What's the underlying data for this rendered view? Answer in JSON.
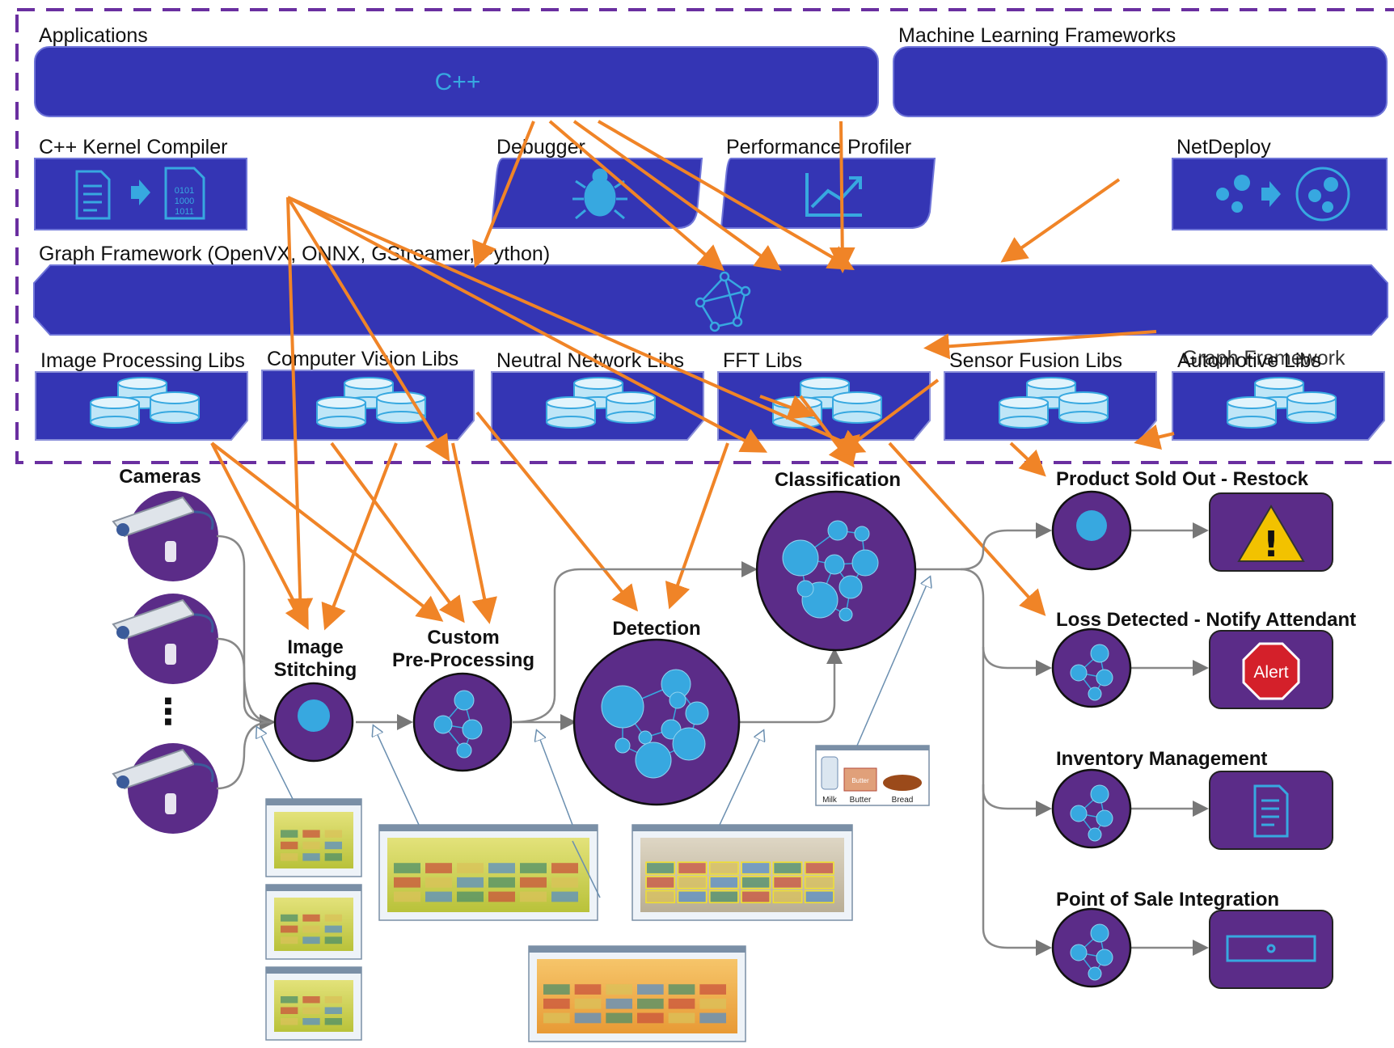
{
  "colors": {
    "bar_fill": "#3435b4",
    "node_fill": "#5b2c88",
    "accent_blue": "#37a8e0",
    "arrow_orange": "#f08427",
    "border_purple": "#6a2fa0",
    "flow_gray": "#888888"
  },
  "software_stack": {
    "applications_label": "Applications",
    "cpp_label": "C++",
    "ml_frameworks_label": "Machine Learning Frameworks",
    "kernel_compiler_label": "C++ Kernel Compiler",
    "kernel_compiler_bits": [
      "0101",
      "1000",
      "1011"
    ],
    "debugger_label": "Debugger",
    "profiler_label": "Performance Profiler",
    "netdeploy_label": "NetDeploy",
    "graph_framework_label": "Graph Framework (OpenVX, ONNX, GStreamer, Python)",
    "libs": [
      "Image Processing Libs",
      "Computer Vision Libs",
      "Neutral Network Libs",
      "FFT Libs",
      "Sensor Fusion Libs",
      "Automotive Libs"
    ],
    "overlapping_label": "Graph Framework"
  },
  "pipeline": {
    "cameras_label": "Cameras",
    "camera_dots": "⋮",
    "image_stitching_label": [
      "Image",
      "Stitching"
    ],
    "pre_processing_label": [
      "Custom",
      "Pre-Processing"
    ],
    "detection_label": "Detection",
    "classification_label": "Classification",
    "product_labels": [
      "Milk",
      "Butter",
      "Bread"
    ],
    "butter_tag": "Butter"
  },
  "outcomes": [
    {
      "label": "Product Sold Out - Restock",
      "icon": "warning-icon",
      "glyph": "!"
    },
    {
      "label": "Loss Detected - Notify Attendant",
      "icon": "alert-stop-icon",
      "glyph": "Alert"
    },
    {
      "label": "Inventory Management",
      "icon": "document-icon",
      "glyph": ""
    },
    {
      "label": "Point of Sale Integration",
      "icon": "cash-register-icon",
      "glyph": ""
    }
  ]
}
